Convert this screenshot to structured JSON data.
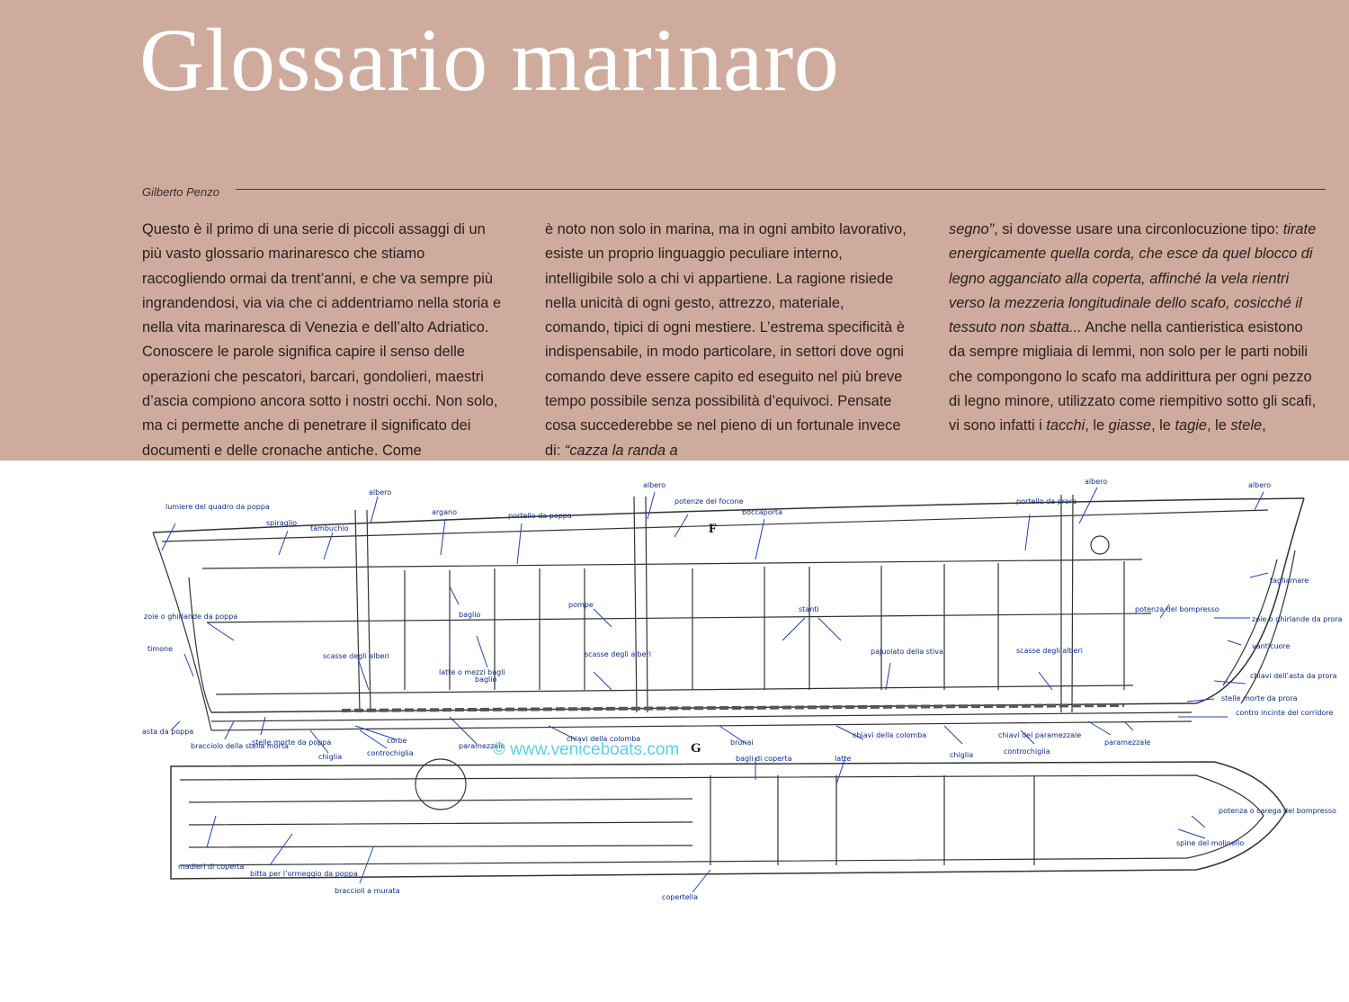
{
  "title": "Glossario marinaro",
  "author": "Gilberto Penzo",
  "col1": "Questo è il primo di una serie di piccoli assaggi di un più vasto glossario marinaresco che stiamo raccogliendo ormai da trent’anni, e che va sempre più ingrandendosi, via via che ci addentriamo nella storia e nella vita marinaresca di Venezia e dell’alto Adriatico. Conoscere le parole significa capire il senso delle operazioni che pescatori, barcari, gondolieri, maestri d’ascia compiono ancora sotto i nostri occhi. Non solo, ma ci permette anche di penetrare il significato dei documenti e delle cronache antiche. Come",
  "col2": {
    "text": "è noto non solo in marina, ma in ogni ambito lavorativo, esiste un proprio linguaggio peculiare interno, intelligibile solo a chi vi appartiene. La ragione risiede nella unicità di ogni gesto, attrezzo, materiale, comando, tipici di ogni mestiere. L’estrema specificità è indispensabile, in modo particolare, in settori dove ogni comando deve essere capito ed eseguito nel più breve tempo possibile senza possibilità d’equivoci. Pensate cosa succederebbe se nel pieno di un fortunale invece di: ",
    "quote": "“cazza la randa a"
  },
  "col3": {
    "q_end": "segno”",
    "t1": ", si dovesse usare una circonlocuzione tipo: ",
    "q2": "tirate energicamente quella corda, che esce da quel blocco di legno agganciato alla coperta, affinché la vela rientri verso la mezzeria longitudinale dello scafo, cosicché il tessuto non sbatta...",
    "t2": " Anche nella cantieristica esistono da sempre migliaia di lemmi, non solo per le parti nobili che compongono lo scafo ma addirittura per ogni pezzo di legno minore, utilizzato come riempitivo sotto gli scafi, vi sono infatti i ",
    "w1": "tacchi",
    "s1": ", le ",
    "w2": "giasse",
    "s2": ", le ",
    "w3": "tagie",
    "s3": ", le ",
    "w4": "stele",
    "s4": ","
  },
  "diagram": {
    "section_letters": [
      "F",
      "G"
    ],
    "labels": [
      "lumiere del quadro da poppa",
      "spiraglio",
      "tambuchio",
      "albero",
      "argano",
      "portello da poppa",
      "albero",
      "potenze del focone",
      "boccaporta",
      "portello da prora",
      "albero",
      "albero",
      "zoie o ghirlande da poppa",
      "baglio",
      "pompe",
      "stanti",
      "timone",
      "scasse degli alberi",
      "latte o mezzi bagli",
      "baglio",
      "scasse degli alberi",
      "pajuolato della stiva",
      "scasse degli alberi",
      "tagliamare",
      "zoie o ghirlande da prora",
      "potenza del bompresso",
      "vanticuore",
      "chiavi dell’asta da prora",
      "stelle morte da prora",
      "contro incinte del corridore",
      "asta da poppa",
      "bracciolo della stella morta",
      "stelle morte da poppa",
      "chiglia",
      "corbe",
      "controchiglia",
      "paramezzale",
      "chiavi della colomba",
      "brunai",
      "chiavi della colomba",
      "chiglia",
      "controchiglia",
      "chiavi del paramezzale",
      "paramezzale",
      "bagli di coperta",
      "latte",
      "madieri di coperta",
      "bitta per l’ormeggio da poppa",
      "braccioli a murata",
      "copertella",
      "potenza o carega del bompresso",
      "spine del molinello"
    ]
  },
  "watermark": "© www.veniceboats.com"
}
